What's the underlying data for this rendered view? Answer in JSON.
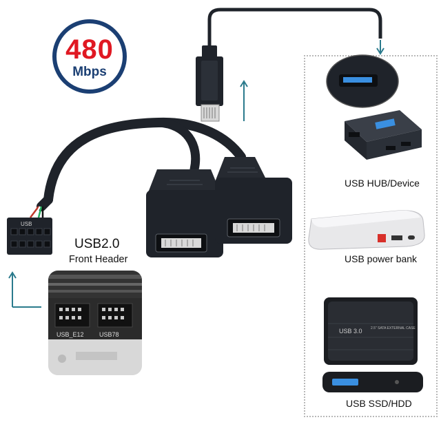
{
  "badge": {
    "number": "480",
    "unit": "Mbps"
  },
  "labels": {
    "usb2": "USB2.0",
    "front_header": "Front Header",
    "hub": "USB HUB/Device",
    "power_bank": "USB power bank",
    "ssd": "USB SSD/HDD"
  },
  "silkscreen": {
    "header_label": "USB",
    "board_label_1": "USB_E12",
    "board_label_2": "USB78",
    "enclosure_title": "USB 3.0",
    "enclosure_sub": "2.5\" SATA EXTERNAL CASE"
  },
  "colors": {
    "cable": "#1f232a",
    "badge_ring": "#1b3f73",
    "badge_number": "#e01822",
    "arrow": "#2a7a8c",
    "hub_light": "#3a8fe0"
  },
  "icons": [
    "arrow-up-icon",
    "arrow-down-icon",
    "arrow-up-icon"
  ]
}
